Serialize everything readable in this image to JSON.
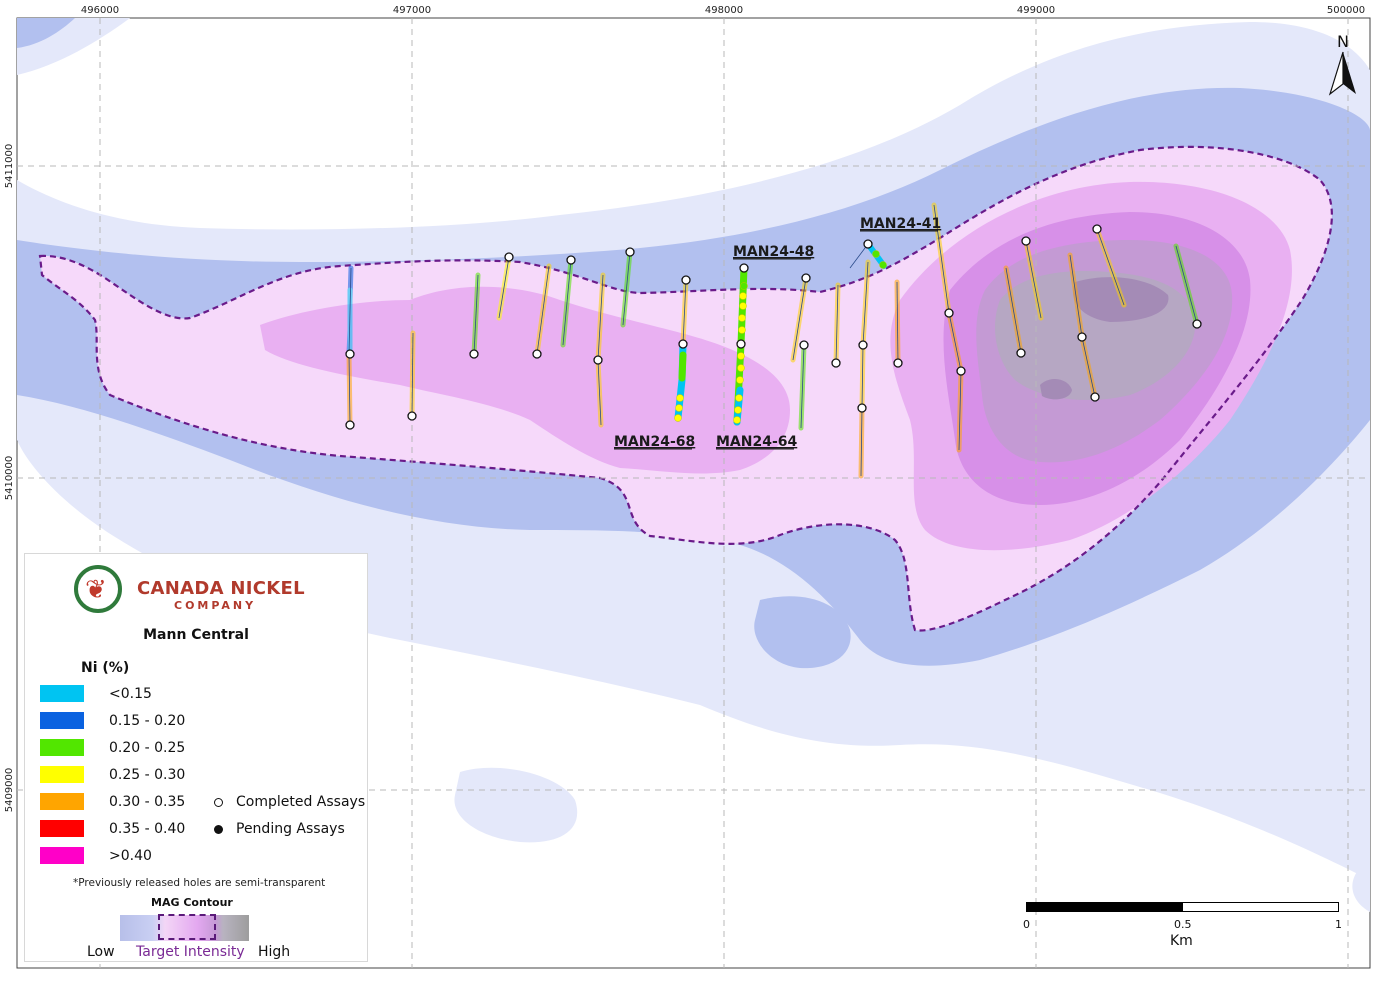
{
  "map": {
    "grid_x_labels": [
      "496000",
      "497000",
      "498000",
      "499000",
      "500000"
    ],
    "grid_y_labels": [
      "5411000",
      "5410000",
      "5409000"
    ],
    "north_label": "N",
    "hole_labels": [
      "MAN24-48",
      "MAN24-41",
      "MAN24-68",
      "MAN24-64"
    ]
  },
  "legend": {
    "logo_line1": "CANADA NICKEL",
    "logo_line2": "COMPANY",
    "logo_icon": "maple-leaf-icon",
    "title": "Mann Central",
    "ni_title": "Ni (%)",
    "classes": [
      {
        "label": "<0.15",
        "color": "#00c4f2"
      },
      {
        "label": "0.15 - 0.20",
        "color": "#0a62e0"
      },
      {
        "label": "0.20 - 0.25",
        "color": "#52e600"
      },
      {
        "label": "0.25 - 0.30",
        "color": "#ffff00"
      },
      {
        "label": "0.30 - 0.35",
        "color": "#ffa500"
      },
      {
        "label": "0.35 - 0.40",
        "color": "#ff0000"
      },
      {
        "label": ">0.40",
        "color": "#ff00c8"
      }
    ],
    "completed_label": "Completed Assays",
    "pending_label": "Pending Assays",
    "note": "*Previously released holes are semi-transparent",
    "mag_title": "MAG Contour",
    "mag_low": "Low",
    "mag_target": "Target Intensity",
    "mag_high": "High"
  },
  "scale": {
    "ticks": [
      "0",
      "0.5",
      "1"
    ],
    "unit": "Km"
  }
}
